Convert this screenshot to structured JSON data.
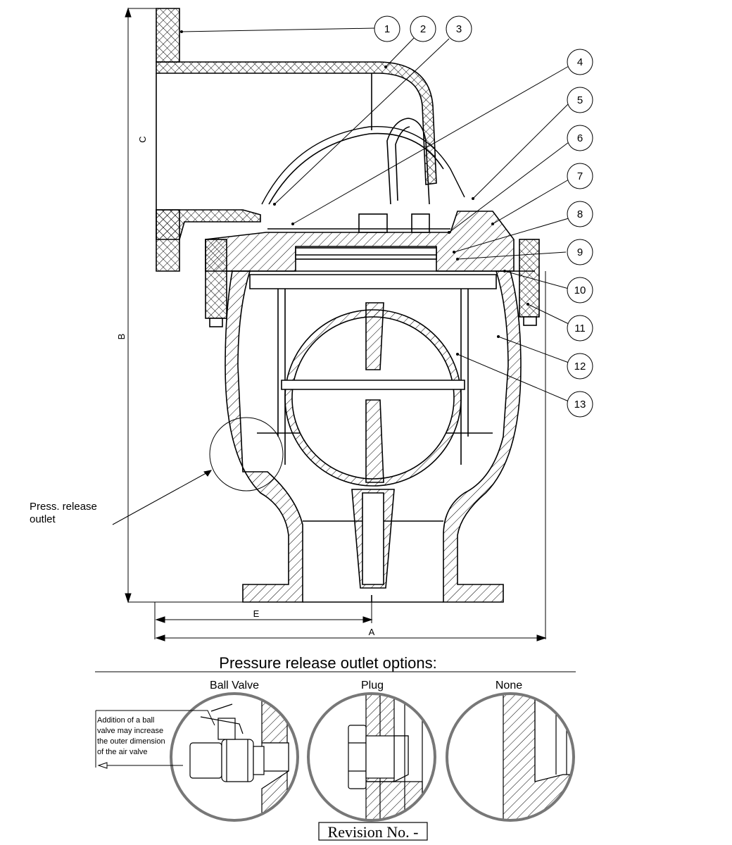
{
  "callouts": [
    "1",
    "2",
    "3",
    "4",
    "5",
    "6",
    "7",
    "8",
    "9",
    "10",
    "11",
    "12",
    "13"
  ],
  "dimensions": {
    "a": "A",
    "b": "B",
    "c": "C",
    "e": "E"
  },
  "release_label": {
    "line1": "Press. release",
    "line2": "outlet"
  },
  "options": {
    "heading": "Pressure release outlet options:",
    "ball_valve": "Ball Valve",
    "plug": "Plug",
    "none": "None",
    "note": [
      "Addition of a ball",
      "valve may increase",
      "the outer dimension",
      "of the air valve"
    ]
  },
  "revision": "Revision No. -"
}
